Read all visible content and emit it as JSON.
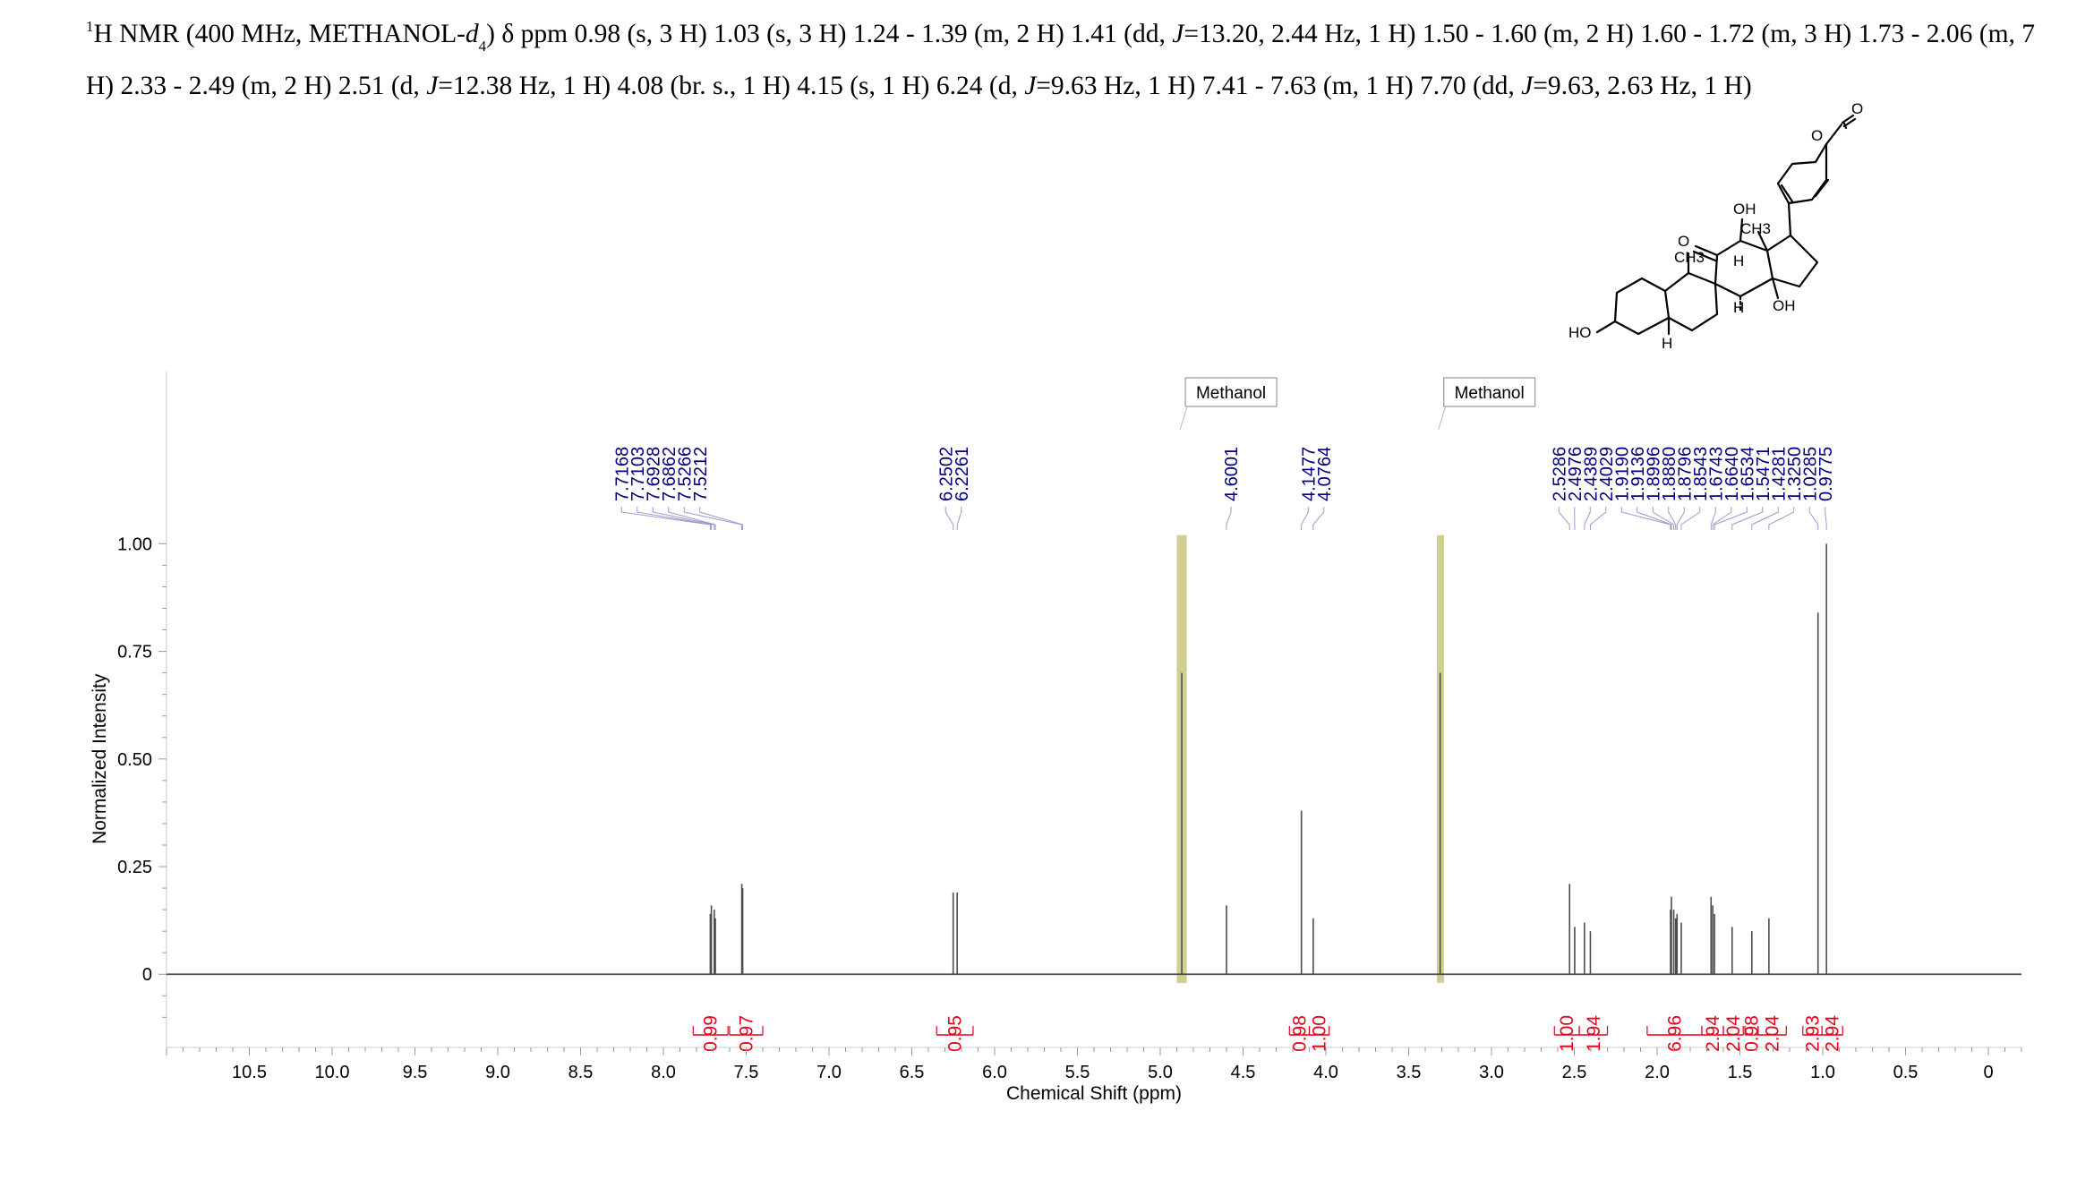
{
  "header": {
    "sup": "1",
    "p1": "H NMR (400 MHz, METHANOL-",
    "d": "d",
    "sub": "4",
    "p2": ") δ ppm 0.98 (s, 3 H) 1.03 (s, 3 H) 1.24 - 1.39 (m, 2 H) 1.41 (dd, ",
    "j1": "J",
    "p3": "=13.20, 2.44 Hz, 1 H) 1.50 - 1.60 (m, 2 H) 1.60 - 1.72 (m, 3 H) 1.73 - 2.06 (m, 7 H) 2.33 - 2.49 (m, 2 H) 2.51 (d, ",
    "j2": "J",
    "p4": "=12.38 Hz, 1 H) 4.08 (br. s., 1 H) 4.15 (s, 1 H) 6.24 (d, ",
    "j3": "J",
    "p5": "=9.63 Hz, 1 H) 7.41 - 7.63 (m, 1 H) 7.70 (dd, ",
    "j4": "J",
    "p6": "=9.63, 2.63 Hz, 1 H)"
  },
  "molecule": {
    "OH_top": "OH",
    "CH3_top": "CH3",
    "O_ring": "O",
    "O_keto": "O",
    "O_ketone": "O",
    "CH3_mid": "CH3",
    "H_a": "H",
    "H_b": "H",
    "OH_bottom": "OH",
    "HO": "HO",
    "H_c": "H"
  },
  "colors": {
    "spectrum": "#4d4d4d",
    "peak_label": "#000080",
    "integral": "#e4001b",
    "solvent": "#b5b55a",
    "axis": "#000000"
  },
  "chart_data": {
    "type": "line",
    "title": "",
    "xlabel": "Chemical Shift (ppm)",
    "ylabel": "Normalized Intensity",
    "xlim": [
      11.0,
      -0.2
    ],
    "ylim": [
      -0.17,
      1.4
    ],
    "x_reversed": true,
    "x_ticks": [
      "10.5",
      "10.0",
      "9.5",
      "9.0",
      "8.5",
      "8.0",
      "7.5",
      "7.0",
      "6.5",
      "6.0",
      "5.5",
      "5.0",
      "4.5",
      "4.0",
      "3.5",
      "3.0",
      "2.5",
      "2.0",
      "1.5",
      "1.0",
      "0.5",
      "0"
    ],
    "y_ticks": [
      "0",
      "0.25",
      "0.50",
      "0.75",
      "1.00"
    ],
    "solvent_regions": [
      {
        "name": "Methanol",
        "x": 4.87,
        "width": 0.06
      },
      {
        "name": "Methanol",
        "x": 3.31,
        "width": 0.04
      }
    ],
    "peak_labels": [
      "7.7168",
      "7.7103",
      "7.6928",
      "7.6862",
      "7.5266",
      "7.5212",
      "6.2502",
      "6.2261",
      "4.6001",
      "4.1477",
      "4.0764",
      "2.5286",
      "2.4976",
      "2.4389",
      "2.4029",
      "1.9190",
      "1.9136",
      "1.8996",
      "1.8880",
      "1.8796",
      "1.8543",
      "1.6743",
      "1.6640",
      "1.6534",
      "1.5471",
      "1.4281",
      "1.3250",
      "1.0285",
      "0.9775"
    ],
    "peaks": [
      {
        "x": 7.7168,
        "y": 0.14
      },
      {
        "x": 7.7103,
        "y": 0.16
      },
      {
        "x": 7.6928,
        "y": 0.15
      },
      {
        "x": 7.6862,
        "y": 0.13
      },
      {
        "x": 7.5266,
        "y": 0.21
      },
      {
        "x": 7.5212,
        "y": 0.2
      },
      {
        "x": 6.2502,
        "y": 0.19
      },
      {
        "x": 6.2261,
        "y": 0.19
      },
      {
        "x": 4.87,
        "y": 0.7
      },
      {
        "x": 4.6001,
        "y": 0.16
      },
      {
        "x": 4.1477,
        "y": 0.38
      },
      {
        "x": 4.0764,
        "y": 0.13
      },
      {
        "x": 3.31,
        "y": 0.7
      },
      {
        "x": 2.5286,
        "y": 0.21
      },
      {
        "x": 2.4976,
        "y": 0.11
      },
      {
        "x": 2.4389,
        "y": 0.12
      },
      {
        "x": 2.4029,
        "y": 0.1
      },
      {
        "x": 1.919,
        "y": 0.15
      },
      {
        "x": 1.9136,
        "y": 0.18
      },
      {
        "x": 1.8996,
        "y": 0.15
      },
      {
        "x": 1.888,
        "y": 0.13
      },
      {
        "x": 1.8796,
        "y": 0.14
      },
      {
        "x": 1.8543,
        "y": 0.12
      },
      {
        "x": 1.6743,
        "y": 0.18
      },
      {
        "x": 1.664,
        "y": 0.16
      },
      {
        "x": 1.6534,
        "y": 0.14
      },
      {
        "x": 1.5471,
        "y": 0.11
      },
      {
        "x": 1.4281,
        "y": 0.1
      },
      {
        "x": 1.325,
        "y": 0.13
      },
      {
        "x": 1.0285,
        "y": 0.84
      },
      {
        "x": 0.9775,
        "y": 1.0
      }
    ],
    "integrals": [
      {
        "value": "0.99",
        "x1": 7.82,
        "x2": 7.61
      },
      {
        "value": "0.97",
        "x1": 7.6,
        "x2": 7.4
      },
      {
        "value": "0.95",
        "x1": 6.35,
        "x2": 6.13
      },
      {
        "value": "0.98",
        "x1": 4.22,
        "x2": 4.1
      },
      {
        "value": "1.00",
        "x1": 4.1,
        "x2": 3.98
      },
      {
        "value": "1.00",
        "x1": 2.62,
        "x2": 2.47
      },
      {
        "value": "1.94",
        "x1": 2.47,
        "x2": 2.3
      },
      {
        "value": "6.96",
        "x1": 2.06,
        "x2": 1.73
      },
      {
        "value": "2.94",
        "x1": 1.73,
        "x2": 1.6
      },
      {
        "value": "2.04",
        "x1": 1.6,
        "x2": 1.48
      },
      {
        "value": "0.98",
        "x1": 1.47,
        "x2": 1.39
      },
      {
        "value": "2.04",
        "x1": 1.39,
        "x2": 1.22
      },
      {
        "value": "2.93",
        "x1": 1.12,
        "x2": 1.005
      },
      {
        "value": "2.94",
        "x1": 1.005,
        "x2": 0.88
      }
    ]
  }
}
